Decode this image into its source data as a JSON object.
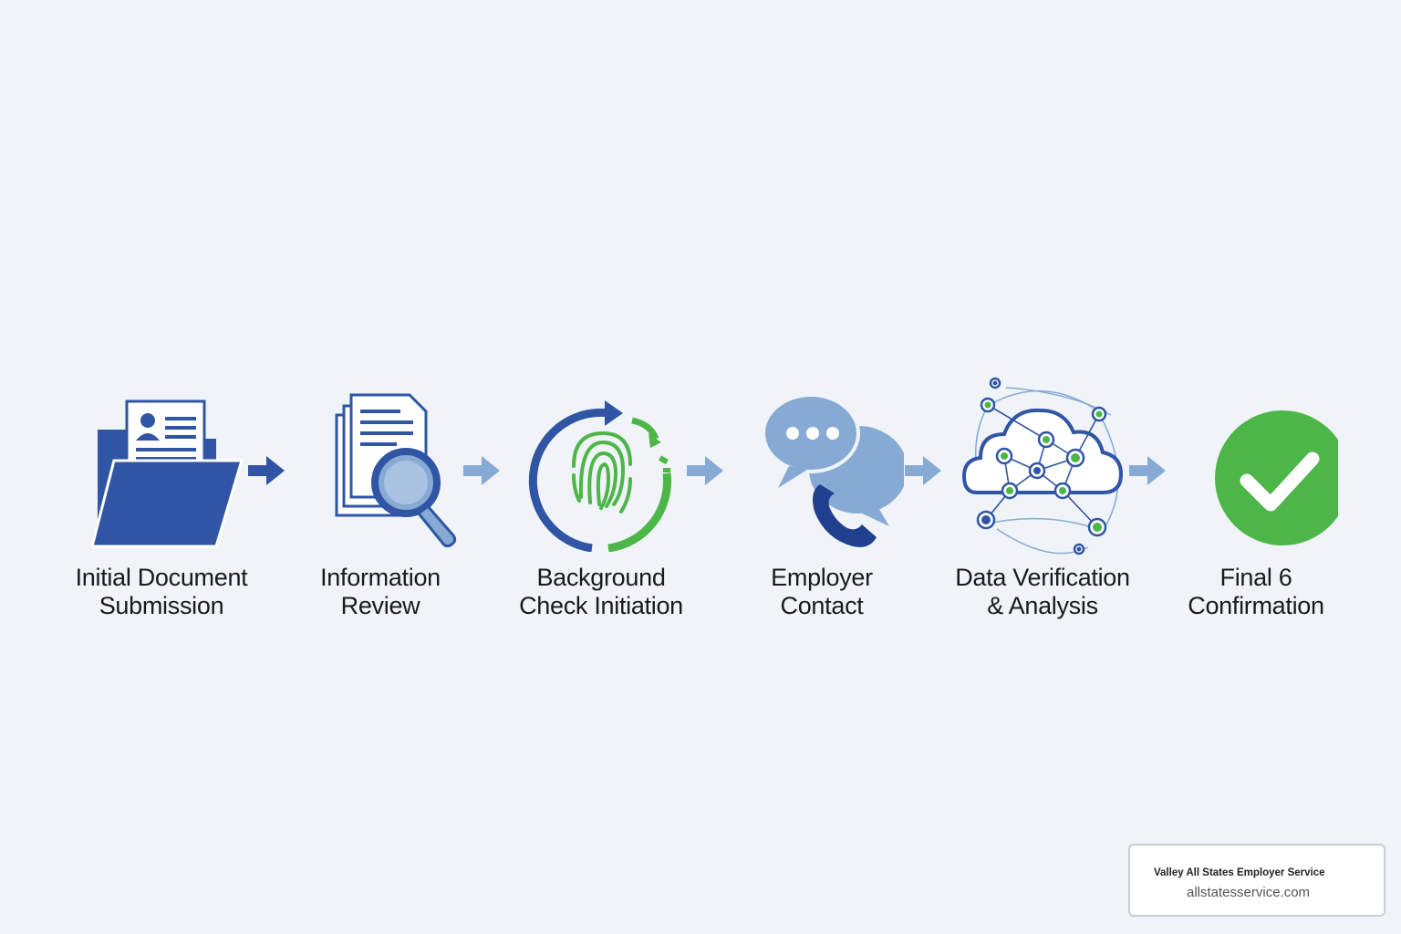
{
  "steps": [
    {
      "line1": "Initial Document",
      "line2": "Submission",
      "icon": "folder-document-icon"
    },
    {
      "line1": "Information",
      "line2": "Review",
      "icon": "document-magnifier-icon"
    },
    {
      "line1": "Background",
      "line2": "Check Initiation",
      "icon": "fingerprint-cycle-icon"
    },
    {
      "line1": "Employer",
      "line2": "Contact",
      "icon": "chat-phone-icon"
    },
    {
      "line1": "Data Verification",
      "line2": "& Analysis",
      "icon": "cloud-network-icon"
    },
    {
      "line1": "Final 6",
      "line2": "Confirmation",
      "icon": "checkmark-circle-icon"
    }
  ],
  "brand": {
    "name": "Valley All States Employer Service",
    "url": "allstatesservice.com"
  },
  "colors": {
    "navy": "#2f55a4",
    "light_blue": "#86aad4",
    "green": "#4cb648",
    "background": "#f0f3f7"
  }
}
